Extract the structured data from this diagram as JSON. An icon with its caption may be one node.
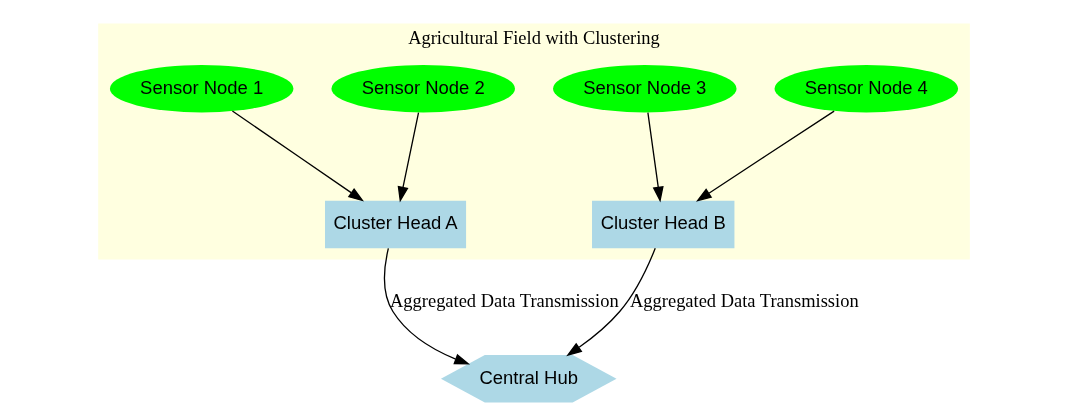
{
  "diagram": {
    "nodes": [
      {
        "text": [
          "Agricultural Field with Clustering"
        ]
      },
      {
        "text": [
          "Sensor Node 2"
        ],
        "in": 0
      },
      {
        "text": [
          "Sensor Node 1"
        ],
        "in": 0
      },
      {
        "text": [
          "Sensor Node 4"
        ],
        "in": 0
      },
      {
        "text": [
          "Sensor Node 3"
        ],
        "in": 0
      },
      {
        "text": [
          "Cluster Head A"
        ],
        "in": 0
      },
      {
        "text": [
          "Cluster Head B"
        ],
        "in": 0
      },
      {
        "text": [
          "Central Hub"
        ]
      }
    ],
    "edges": [
      {
        "from": 1,
        "to": 5,
        "arrow": "to"
      },
      {
        "from": 2,
        "to": 5,
        "arrow": "to"
      },
      {
        "from": 3,
        "to": 6,
        "arrow": "to"
      },
      {
        "from": 4,
        "to": 6,
        "arrow": "to"
      },
      {
        "from": 5,
        "to": 7,
        "arrow": "to",
        "label": "Aggregated Data Transmission"
      },
      {
        "from": 6,
        "to": 7,
        "arrow": "to",
        "label": "Aggregated Data Transmission"
      }
    ]
  }
}
